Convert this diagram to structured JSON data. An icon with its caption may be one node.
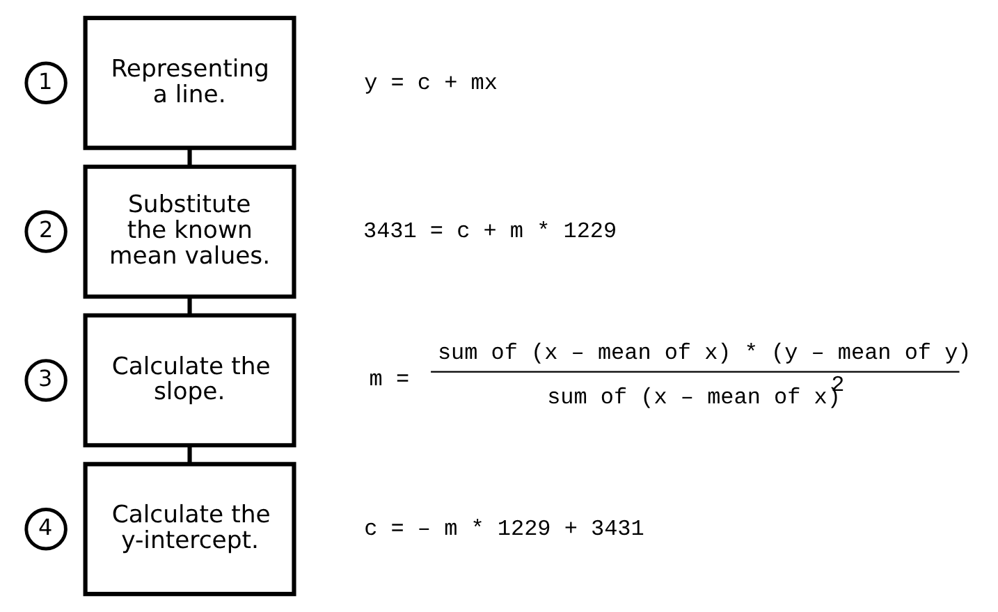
{
  "diagram": {
    "nodes": [
      {
        "text": [
          "1"
        ]
      },
      {
        "text": [
          "Representing a line."
        ]
      },
      {
        "text": [
          "2"
        ]
      },
      {
        "text": [
          "Substitute the known mean values."
        ]
      },
      {
        "text": [
          "3"
        ]
      },
      {
        "text": [
          "Calculate the slope."
        ]
      },
      {
        "text": [
          "4"
        ]
      },
      {
        "text": [
          "Calculate the y-intercept."
        ]
      }
    ],
    "edges": [
      {
        "from": 1,
        "to": 3,
        "arrow": "none"
      },
      {
        "from": 3,
        "to": 5,
        "arrow": "none"
      },
      {
        "from": 5,
        "to": 7,
        "arrow": "none"
      }
    ],
    "labels": [
      "y = c + mx",
      "3431 = c + m * 1229",
      "m =",
      "sum of (x – mean of x) * (y – mean of y)",
      "sum of (x – mean of x)$^{2}$",
      "c = – m * 1229 + 3431"
    ]
  }
}
